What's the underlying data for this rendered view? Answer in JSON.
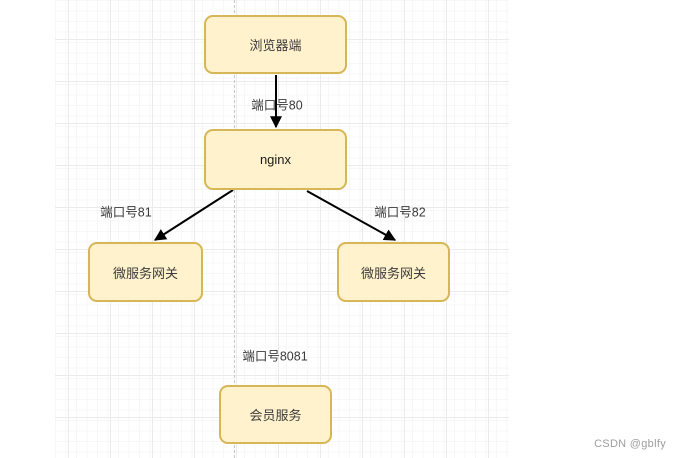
{
  "nodes": {
    "browser": {
      "label": "浏览器端"
    },
    "nginx": {
      "label": "nginx"
    },
    "gateway_left": {
      "label": "微服务网关"
    },
    "gateway_right": {
      "label": "微服务网关"
    },
    "member_service": {
      "label": "会员服务"
    }
  },
  "edges": {
    "browser_to_nginx": {
      "label": "端口号80"
    },
    "nginx_to_gateway_left": {
      "label": "端口号81"
    },
    "nginx_to_gateway_right": {
      "label": "端口号82"
    },
    "member_service_port": {
      "label": "端口号8081"
    }
  },
  "watermark": {
    "text": "CSDN @gblfy"
  },
  "colors": {
    "node_fill": "#fff2cc",
    "node_border": "#d6b656",
    "arrow": "#000000",
    "grid_minor": "#f7f7f7",
    "grid_major": "#ebebeb",
    "page_divider": "#c9c9c9",
    "watermark_text": "#9e9e9e"
  }
}
